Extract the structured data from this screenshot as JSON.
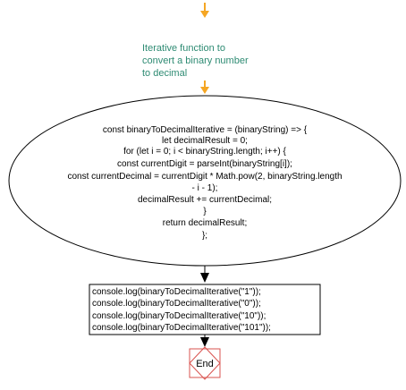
{
  "colors": {
    "arrow": "#f5a623",
    "comment_text": "#2e8b73",
    "line": "#000000",
    "end_border": "#d9534f"
  },
  "comment": {
    "lines": [
      "Iterative function to",
      "convert a binary number",
      "to decimal"
    ]
  },
  "function_block": {
    "lines": [
      "const binaryToDecimalIterative = (binaryString) => {",
      "let decimalResult = 0;",
      "for (let i = 0; i < binaryString.length; i++) {",
      "const currentDigit = parseInt(binaryString[i]);",
      "const currentDecimal = currentDigit * Math.pow(2, binaryString.length",
      "- i - 1);",
      "decimalResult += currentDecimal;",
      "}",
      "return decimalResult;",
      "};"
    ]
  },
  "console_block": {
    "lines": [
      "console.log(binaryToDecimalIterative(\"1\"));",
      "console.log(binaryToDecimalIterative(\"0\"));",
      "console.log(binaryToDecimalIterative(\"10\"));",
      "console.log(binaryToDecimalIterative(\"101\"));"
    ]
  },
  "end": {
    "label": "End"
  }
}
